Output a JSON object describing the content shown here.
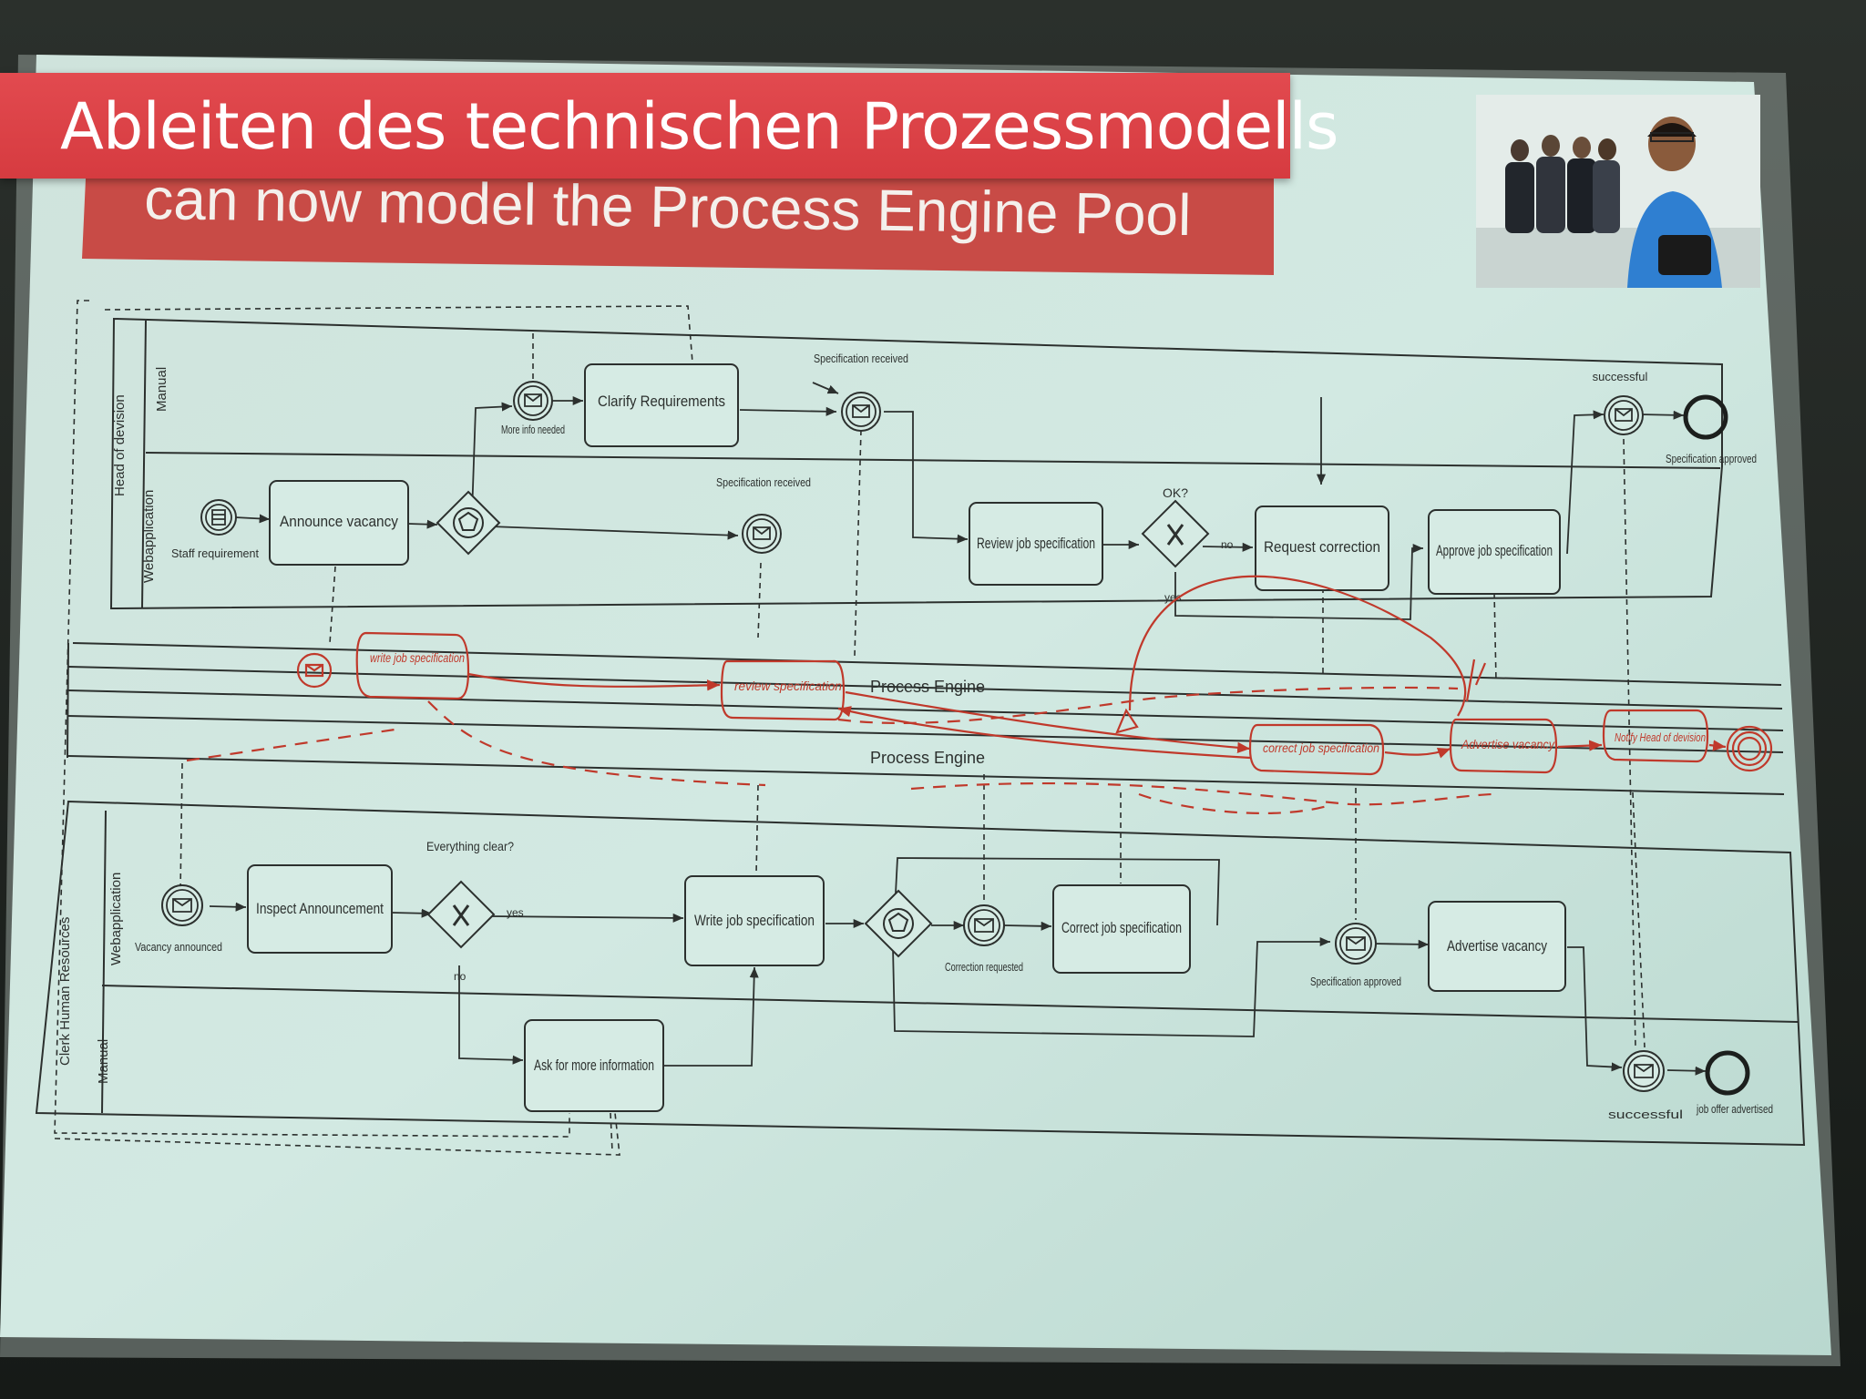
{
  "caption": "Ableiten des technischen Prozessmodells",
  "slide_title": "can now model the Process Engine Pool",
  "colors": {
    "caption_bg": "#d9434a",
    "title_bg": "#c84b46",
    "ink": "#c0392b",
    "screen": "#cfe6df"
  },
  "pools": {
    "head_of_division": "Head of devision",
    "clerk_hr": "Clerk Human Resources",
    "process_engine": "Process Engine"
  },
  "lanes": {
    "manual": "Manual",
    "webapplication": "Webapplication"
  },
  "tasks": {
    "clarify": "Clarify Requirements",
    "announce": "Announce vacancy",
    "review": "Review job specification",
    "request": "Request correction",
    "approve": "Approve job specification",
    "inspect": "Inspect Announcement",
    "write": "Write job specification",
    "correct": "Correct job specification",
    "advertise": "Advertise vacancy",
    "ask": "Ask for more information"
  },
  "events": {
    "more_info": "More info needed",
    "spec_received_top": "Specification received",
    "successful_top": "successful",
    "spec_approved_top": "Specification approved",
    "spec_received_mid": "Specification received",
    "staff_req": "Staff requirement",
    "vacancy_announced": "Vacancy announced",
    "correction_req": "Correction requested",
    "spec_approved_bottom": "Specification approved",
    "successful_bottom": "successful",
    "offer_advertised": "job offer advertised"
  },
  "gateways": {
    "ok": "OK?",
    "everything_clear": "Everything clear?",
    "yes": "yes",
    "no": "no"
  },
  "handwritten": {
    "write": "write job specification",
    "review": "review specification",
    "correct": "correct job specification",
    "advertise": "Advertise vacancy",
    "notify": "Notify Head of devision"
  }
}
